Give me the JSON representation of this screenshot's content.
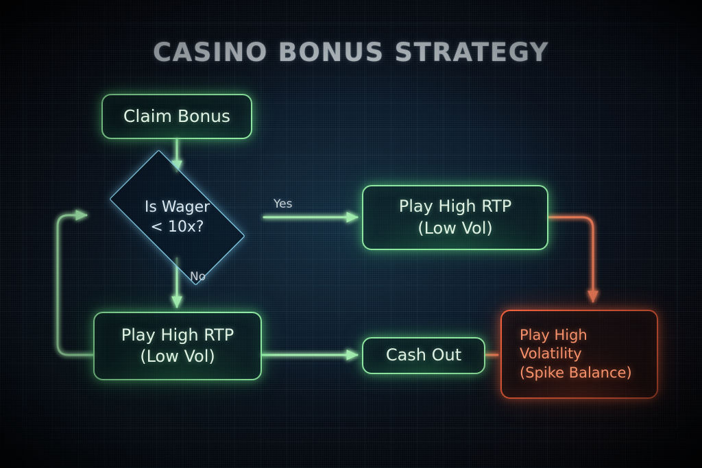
{
  "title": "CASINO BONUS STRATEGY",
  "colors": {
    "background": "#0a1220",
    "title": "#c2ccd2",
    "green_accent": "#8fe6a0",
    "blue_accent": "#7fc6e0",
    "red_accent": "#f2603c",
    "red_text": "#f6916b",
    "node_text": "#dff2e4",
    "edge_label": "#c9d3d8"
  },
  "nodes": [
    {
      "id": "claim-bonus",
      "label": "Claim Bonus",
      "shape": "rounded-rect",
      "color": "green"
    },
    {
      "id": "is-wager-decision",
      "label": "Is Wager\n< 10x?",
      "shape": "diamond",
      "color": "blue"
    },
    {
      "id": "play-high-rtp-yes",
      "label": "Play High RTP\n(Low Vol)",
      "shape": "rounded-rect",
      "color": "green"
    },
    {
      "id": "play-high-rtp-no",
      "label": "Play High RTP\n(Low Vol)",
      "shape": "rounded-rect",
      "color": "green"
    },
    {
      "id": "cash-out",
      "label": "Cash Out",
      "shape": "rounded-rect",
      "color": "green"
    },
    {
      "id": "play-high-volatility",
      "label": "Play High\nVolatility\n(Spike Balance)",
      "shape": "rounded-rect",
      "color": "red"
    }
  ],
  "edges": [
    {
      "id": "claim-to-decision",
      "from": "claim-bonus",
      "to": "is-wager-decision",
      "label": "",
      "color": "green"
    },
    {
      "id": "decision-yes",
      "from": "is-wager-decision",
      "to": "play-high-rtp-yes",
      "label": "Yes",
      "color": "green"
    },
    {
      "id": "decision-no",
      "from": "is-wager-decision",
      "to": "play-high-rtp-no",
      "label": "No",
      "color": "green"
    },
    {
      "id": "rtp-yes-to-volatility",
      "from": "play-high-rtp-yes",
      "to": "play-high-volatility",
      "label": "",
      "color": "red"
    },
    {
      "id": "rtp-no-to-cashout",
      "from": "play-high-rtp-no",
      "to": "cash-out",
      "label": "",
      "color": "green"
    },
    {
      "id": "cashout-to-volatility",
      "from": "cash-out",
      "to": "play-high-volatility",
      "label": "",
      "color": "red"
    },
    {
      "id": "loop-back-to-decision",
      "from": "play-high-rtp-no",
      "to": "is-wager-decision",
      "label": "",
      "color": "green"
    }
  ],
  "edge_labels": {
    "yes": "Yes",
    "no": "No"
  }
}
